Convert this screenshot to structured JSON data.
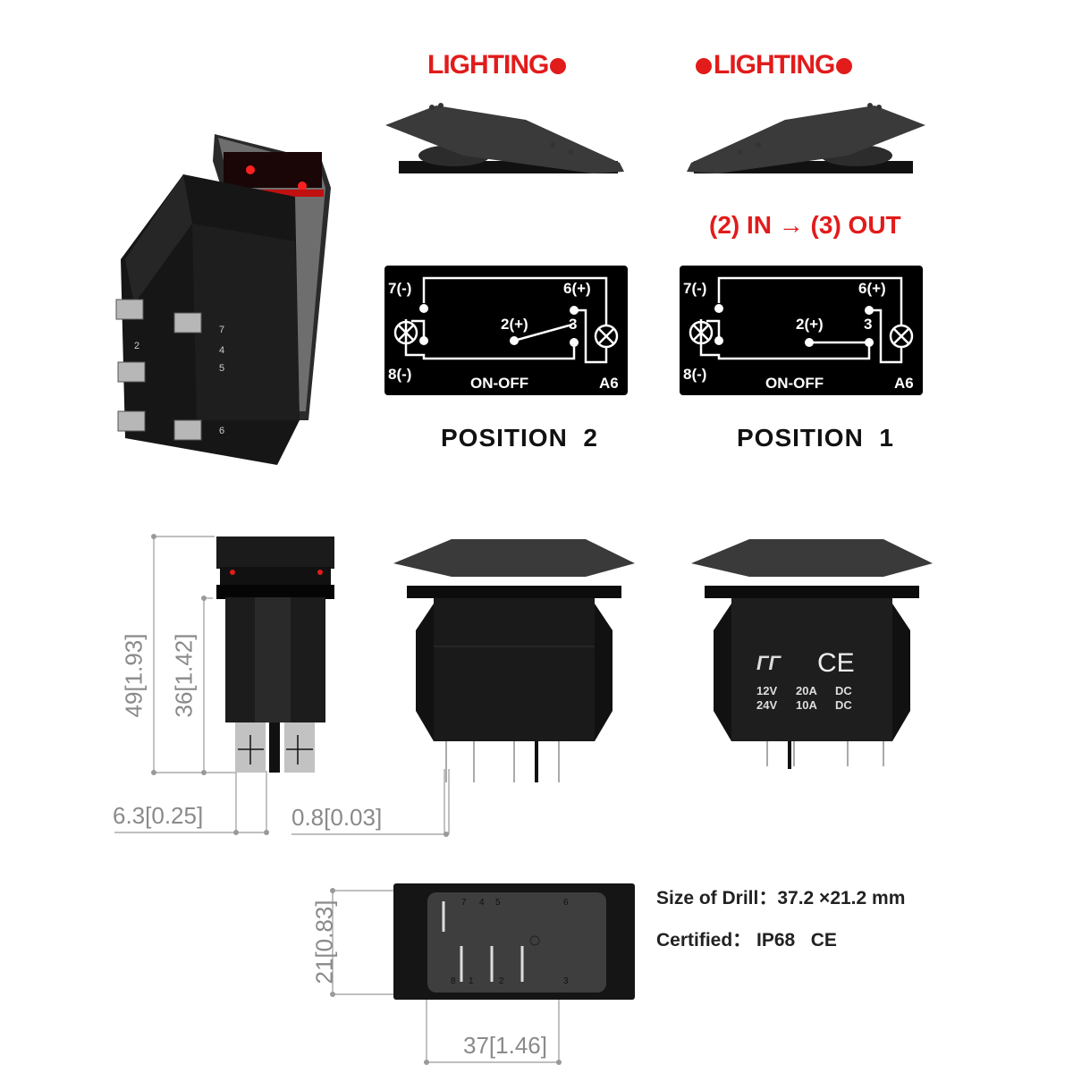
{
  "top_section": {
    "left_state": {
      "title": "LIGHTING",
      "dots": [
        "right"
      ],
      "position_label": "POSITION  2",
      "schematic": {
        "pins": {
          "p7": "7(-)",
          "p6": "6(+)",
          "p2": "2(+)",
          "p3": "3",
          "p8": "8(-)"
        },
        "mode": "ON-OFF",
        "code": "A6",
        "switch_state": "open"
      }
    },
    "right_state": {
      "title": "LIGHTING",
      "dots": [
        "left",
        "right"
      ],
      "flow_label": "(2) IN → (3) OUT",
      "position_label": "POSITION  1",
      "schematic": {
        "pins": {
          "p7": "7(-)",
          "p6": "6(+)",
          "p2": "2(+)",
          "p3": "3",
          "p8": "8(-)"
        },
        "mode": "ON-OFF",
        "code": "A6",
        "switch_state": "closed"
      }
    },
    "product_photo_pins": [
      "7",
      "2",
      "4",
      "5",
      "6"
    ]
  },
  "dimensions": {
    "total_height": "49[1.93]",
    "body_height": "36[1.42]",
    "terminal_width": "6.3[0.25]",
    "terminal_thickness": "0.8[0.03]",
    "cutout_height": "21[0.83]",
    "cutout_width": "37[1.46]"
  },
  "side_view_label": {
    "logo": "ГГ",
    "ce_mark": "CE",
    "ratings": [
      {
        "voltage": "12V",
        "current": "20A",
        "type": "DC"
      },
      {
        "voltage": "24V",
        "current": "10A",
        "type": "DC"
      }
    ]
  },
  "bottom_view_pins": {
    "top": [
      "7",
      "4",
      "5",
      "6"
    ],
    "bottom": [
      "8",
      "1",
      "2",
      "3"
    ]
  },
  "specs": {
    "drill": "Size of Drill：37.2 ×21.2 mm",
    "certified": "Certified： IP68   CE"
  },
  "colors": {
    "accent_red": "#e21b1b",
    "body_black": "#111111",
    "dim_gray": "#8a8a8a"
  }
}
